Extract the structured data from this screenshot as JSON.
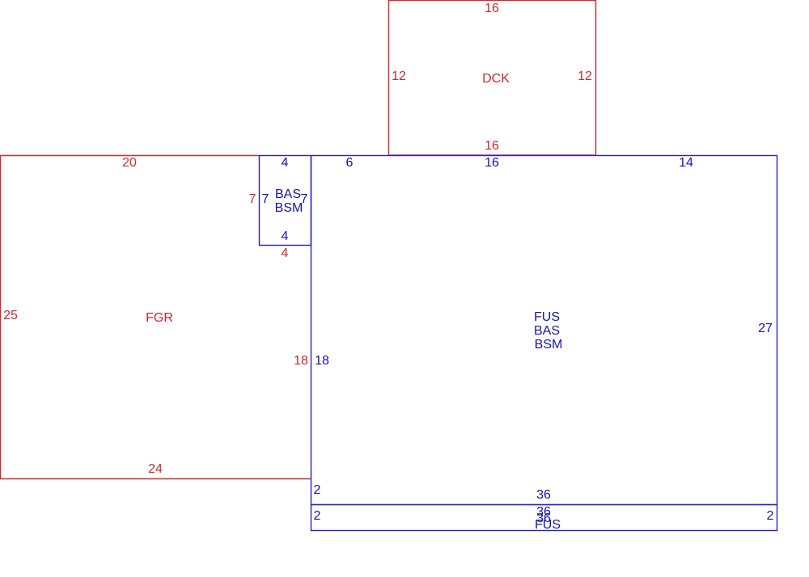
{
  "colors": {
    "red": "#d7262b",
    "blue": "#1515b8"
  },
  "areas": {
    "dck": {
      "label": "DCK",
      "dims": {
        "top": "16",
        "left": "12",
        "right": "12",
        "bottom": "16"
      }
    },
    "fgr": {
      "label": "FGR",
      "dims": {
        "top": "20",
        "left": "25",
        "bottom": "24",
        "right_lower": "18",
        "notch_side": "7",
        "notch_bottom": "4"
      }
    },
    "bump": {
      "label_line1": "BAS",
      "label_line2": "BSM",
      "dims": {
        "top": "4",
        "left": "7",
        "right": "7",
        "bottom": "4"
      }
    },
    "main": {
      "label_line1": "FUS",
      "label_line2": "BAS",
      "label_line3": "BSM",
      "dims": {
        "top_left": "6",
        "top_mid": "16",
        "top_right": "14",
        "right": "27",
        "left": "18",
        "bottom": "36",
        "left_bottom": "2"
      }
    },
    "strip": {
      "label": "FUS",
      "dims": {
        "top": "36",
        "bottom": "36",
        "left": "2",
        "right": "2"
      }
    }
  }
}
